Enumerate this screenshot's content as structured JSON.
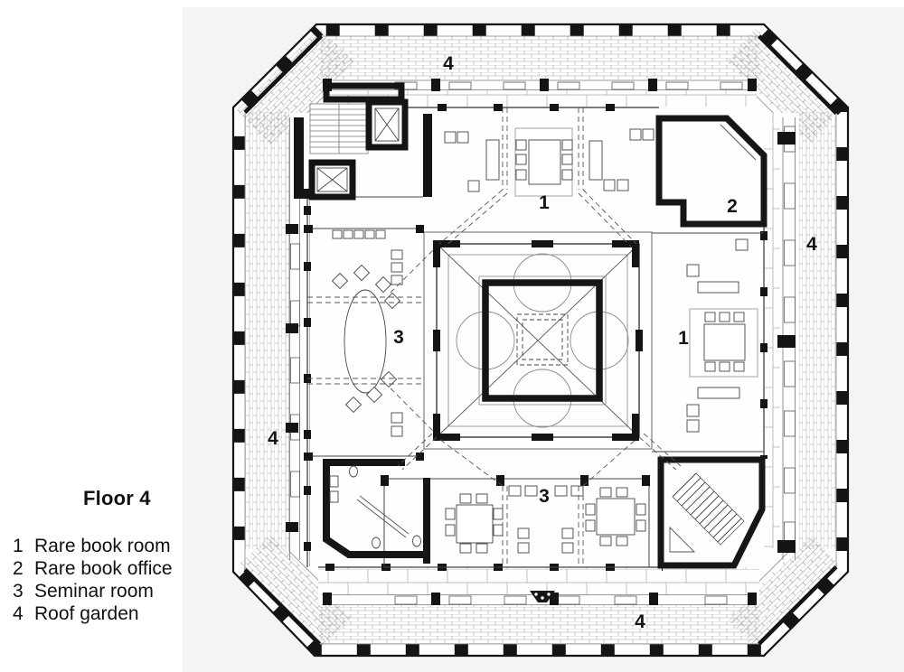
{
  "legend": {
    "title": "Floor 4",
    "items": [
      {
        "num": "1",
        "label": "Rare book room"
      },
      {
        "num": "2",
        "label": "Rare book office"
      },
      {
        "num": "3",
        "label": "Seminar room"
      },
      {
        "num": "4",
        "label": "Roof garden"
      }
    ]
  },
  "plan": {
    "labels": [
      {
        "id": "roof-garden-top",
        "text": "4"
      },
      {
        "id": "roof-garden-right",
        "text": "4"
      },
      {
        "id": "roof-garden-left",
        "text": "4"
      },
      {
        "id": "roof-garden-bottom",
        "text": "4"
      },
      {
        "id": "rare-book-room-top",
        "text": "1"
      },
      {
        "id": "rare-book-room-right",
        "text": "1"
      },
      {
        "id": "rare-book-office",
        "text": "2"
      },
      {
        "id": "seminar-room-left",
        "text": "3"
      },
      {
        "id": "seminar-room-bottom",
        "text": "3"
      }
    ],
    "colors": {
      "ink": "#141414",
      "brick_line": "#a3a3a3",
      "paper": "#fefefe",
      "photo_bg": "#f4f4f2"
    }
  }
}
